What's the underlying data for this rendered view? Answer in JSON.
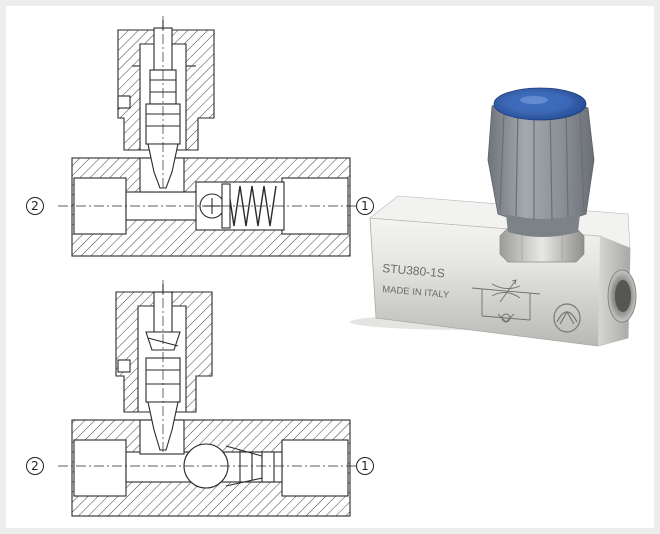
{
  "drawings": {
    "top": {
      "port_left": "2",
      "port_right": "1"
    },
    "bottom": {
      "port_left": "2",
      "port_right": "1"
    }
  },
  "photo": {
    "marking_model": "STU380-1S",
    "marking_origin": "MADE IN ITALY"
  },
  "colors": {
    "line": "#2a2a2a",
    "knob_gray": "#8f949a",
    "knob_blue": "#2f5fb3",
    "body_light": "#e9e9e7",
    "body_mid": "#c9c9c6",
    "body_dark": "#9a9a97"
  }
}
